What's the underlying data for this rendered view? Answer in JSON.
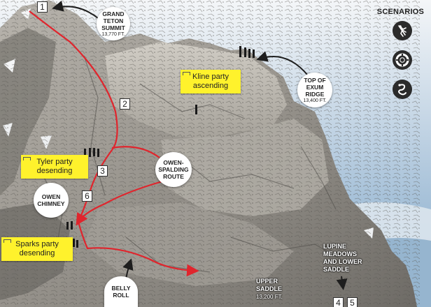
{
  "page": {
    "title": "Grand Teton Summit Routes"
  },
  "scenarios": {
    "title": "SCENARIOS",
    "items": [
      {
        "name": "climber-scenario",
        "icon": "climber-icon"
      },
      {
        "name": "rescue-ring-scenario",
        "icon": "lifebuoy-icon"
      },
      {
        "name": "rope-scenario",
        "icon": "rope-icon"
      }
    ]
  },
  "markers": {
    "m1": "1",
    "m2": "2",
    "m3": "3",
    "m4": "4",
    "m5": "5",
    "m6": "6"
  },
  "bubbles": {
    "summit": {
      "line1": "GRAND",
      "line2": "TETON",
      "line3": "SUMMIT",
      "sub": "13,770 FT."
    },
    "exum": {
      "line1": "TOP OF",
      "line2": "EXUM",
      "line3": "RIDGE",
      "sub": "13,400 FT."
    },
    "owen_spalding": {
      "line1": "OWEN-",
      "line2": "SPALDING",
      "line3": "ROUTE"
    },
    "owen_chimney": {
      "line1": "OWEN",
      "line2": "CHIMNEY"
    },
    "belly_roll": {
      "line1": "BELLY",
      "line2": "ROLL"
    }
  },
  "labels": {
    "upper_saddle": {
      "line1": "UPPER",
      "line2": "SADDLE",
      "sub": "13,200 FT."
    },
    "lupine": {
      "line1": "LUPINE",
      "line2": "MEADOWS",
      "line3": "AND LOWER",
      "line4": "SADDLE"
    }
  },
  "notes": {
    "kline": {
      "line1": "Kline party",
      "line2": "ascending"
    },
    "tyler": {
      "line1": "Tyler party",
      "line2": "desending"
    },
    "sparks": {
      "line1": "Sparks party",
      "line2": "desending"
    }
  },
  "colors": {
    "route": "#e0252d",
    "note": "#fff22c",
    "sky": "#c9d8e4"
  }
}
